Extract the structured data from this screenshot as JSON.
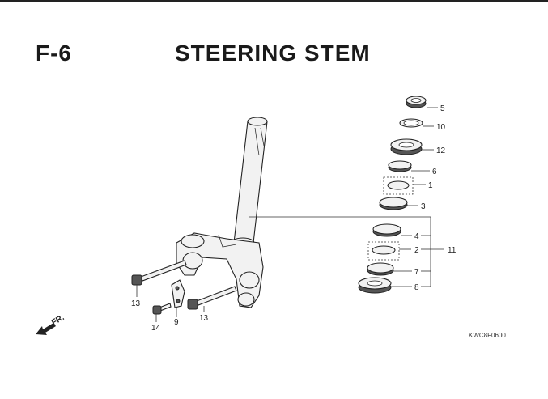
{
  "header": {
    "section_code": "F-6",
    "title": "STEERING STEM"
  },
  "drawing_code": "KWC8F0600",
  "direction_label": "FR.",
  "callouts": [
    "5",
    "10",
    "12",
    "6",
    "1",
    "3",
    "4",
    "2",
    "11",
    "7",
    "8",
    "13",
    "14",
    "9",
    "13"
  ]
}
